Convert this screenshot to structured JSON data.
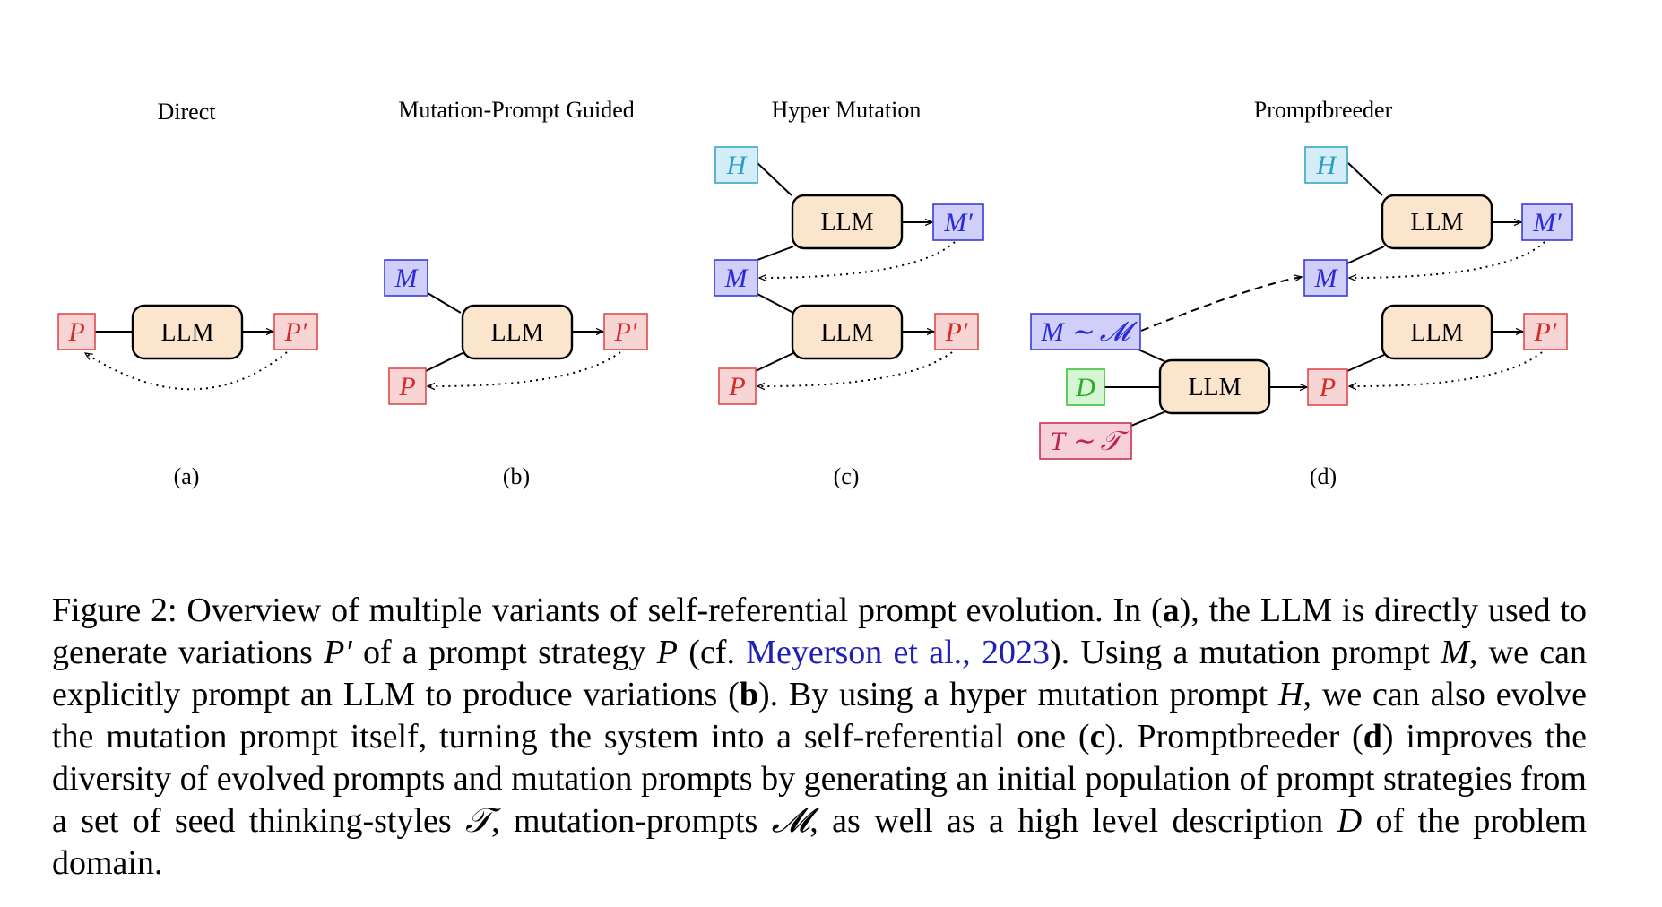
{
  "panels": {
    "a": {
      "title": "Direct",
      "label": "(a)"
    },
    "b": {
      "title": "Mutation-Prompt Guided",
      "label": "(b)"
    },
    "c": {
      "title": "Hyper Mutation",
      "label": "(c)"
    },
    "d": {
      "title": "Promptbreeder",
      "label": "(d)"
    }
  },
  "nodes": {
    "llm": "LLM",
    "p": "P",
    "p_prime": "P′",
    "m": "M",
    "m_prime": "M′",
    "h": "H",
    "d": "D",
    "m_sample": "M ∼ 𝓜",
    "t_sample": "T ∼ 𝒯"
  },
  "caption": {
    "figure_label": "Figure 2:",
    "s1": " Overview of multiple variants of self-referential prompt evolution.  In (",
    "s1_bold": "a",
    "s2": "), the LLM is directly used to generate variations ",
    "s2_math": "P′",
    "s3": " of a prompt strategy ",
    "s3_math": "P",
    "s4": " (cf. ",
    "citation": "Meyerson et al., 2023",
    "s5": ").  Using a mutation prompt ",
    "s5_math": "M",
    "s6": ", we can explicitly prompt an LLM to produce variations (",
    "s6_bold": "b",
    "s7": ").  By using a hyper mutation prompt ",
    "s7_math": "H",
    "s8": ", we can also evolve the mutation prompt itself, turning the system into a self-referential one (",
    "s8_bold": "c",
    "s9": "). Promptbreeder (",
    "s9_bold": "d",
    "s10": ") improves the diversity of evolved prompts and mutation prompts by generating an initial population of prompt strategies from a set of seed thinking-styles ",
    "s10_math": "𝒯",
    "s11": ", mutation-prompts ",
    "s11_math": "𝓜",
    "s12": ", as well as a high level description ",
    "s12_math": "D",
    "s13": " of the problem domain."
  },
  "colors": {
    "llm_fill": "#fbe5cd",
    "p_fill": "#f8d5d5",
    "p_stroke": "#e14a4a",
    "m_fill": "#cfcff9",
    "m_stroke": "#3a3ae0",
    "h_fill": "#d3eef8",
    "h_stroke": "#3aa3c9",
    "d_fill": "#d6f5d3",
    "d_stroke": "#3bbf3b",
    "t_fill": "#f6d1dc",
    "t_stroke": "#c7325a",
    "citation": "#1f1fb8"
  }
}
